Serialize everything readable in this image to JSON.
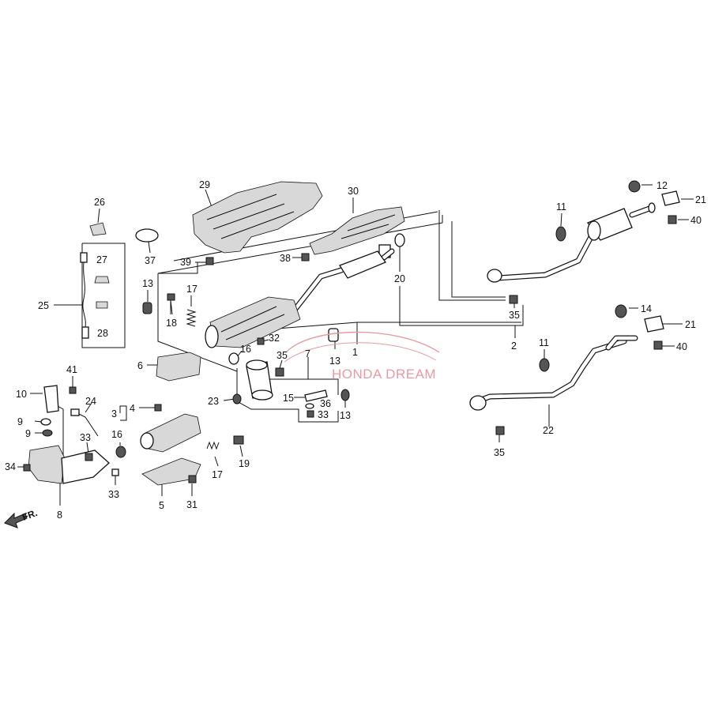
{
  "watermark": "HONDA DREAM",
  "front_indicator": "FR.",
  "callouts": {
    "c1": "1",
    "c2": "2",
    "c3": "3",
    "c4": "4",
    "c5": "5",
    "c6": "6",
    "c7": "7",
    "c8": "8",
    "c9a": "9",
    "c9b": "9",
    "c10": "10",
    "c11a": "11",
    "c11b": "11",
    "c12": "12",
    "c13a": "13",
    "c13b": "13",
    "c13c": "13",
    "c14": "14",
    "c15": "15",
    "c16a": "16",
    "c16b": "16",
    "c17a": "17",
    "c17b": "17",
    "c18": "18",
    "c19": "19",
    "c20": "20",
    "c21a": "21",
    "c21b": "21",
    "c22": "22",
    "c23": "23",
    "c24": "24",
    "c25": "25",
    "c26": "26",
    "c27": "27",
    "c28": "28",
    "c29": "29",
    "c30": "30",
    "c31": "31",
    "c32": "32",
    "c33a": "33",
    "c33b": "33",
    "c33c": "33",
    "c34": "34",
    "c35a": "35",
    "c35b": "35",
    "c35c": "35",
    "c36": "36",
    "c37": "37",
    "c38": "38",
    "c39": "39",
    "c40a": "40",
    "c40b": "40",
    "c41": "41"
  }
}
